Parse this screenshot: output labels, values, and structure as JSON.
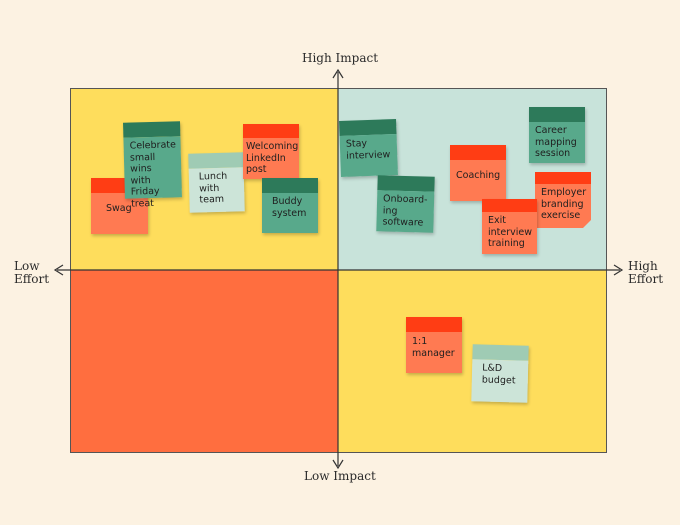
{
  "axes": {
    "top": "High Impact",
    "bottom": "Low Impact",
    "left": "Low\nEffort",
    "right": "High\nEffort"
  },
  "colors": {
    "background": "#fcf2e2",
    "quadrant_top_left": "#fedd5c",
    "quadrant_top_right": "#c8e3da",
    "quadrant_bottom_left": "#ff6e3f",
    "quadrant_bottom_right": "#fedd5c",
    "note_red": "#ff7a52",
    "note_dark_green": "#58a98b",
    "note_light_green": "#cce4d8"
  },
  "notes": [
    {
      "text": "Swag",
      "color": "red"
    },
    {
      "text": "Celebrate\nsmall wins\nwith Friday\ntreat",
      "color": "dark-green"
    },
    {
      "text": "Lunch\nwith\nteam",
      "color": "light-green"
    },
    {
      "text": "Welcoming\nLinkedIn\npost",
      "color": "red"
    },
    {
      "text": "Buddy\nsystem",
      "color": "dark-green"
    },
    {
      "text": "Stay\ninterview",
      "color": "dark-green"
    },
    {
      "text": "Onboard-\ning\nsoftware",
      "color": "dark-green"
    },
    {
      "text": "Coaching",
      "color": "red"
    },
    {
      "text": "Career\nmapping\nsession",
      "color": "dark-green"
    },
    {
      "text": "Employer\nbranding\nexercise",
      "color": "red"
    },
    {
      "text": "Exit\ninterview\ntraining",
      "color": "red"
    },
    {
      "text": "1:1\nmanager",
      "color": "red"
    },
    {
      "text": "L&D\nbudget",
      "color": "light-green"
    }
  ]
}
